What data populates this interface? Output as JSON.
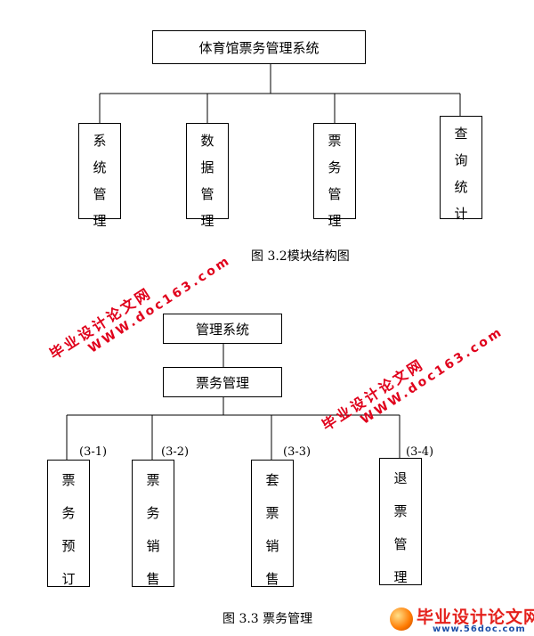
{
  "figure1": {
    "root": "体育馆票务管理系统",
    "modules": [
      {
        "chars": [
          "系",
          "统",
          "管",
          "理"
        ]
      },
      {
        "chars": [
          "数",
          "据",
          "管",
          "理"
        ]
      },
      {
        "chars": [
          "票",
          "务",
          "管",
          "理"
        ]
      },
      {
        "chars": [
          "查",
          "询",
          "统",
          "计"
        ]
      }
    ],
    "caption": "图 3.2模块结构图"
  },
  "figure2": {
    "root": "管理系统",
    "sub": "票务管理",
    "modules": [
      {
        "label": "(3-1)",
        "chars": [
          "票",
          "务",
          "预",
          "订"
        ]
      },
      {
        "label": "(3-2)",
        "chars": [
          "票",
          "务",
          "销",
          "售"
        ]
      },
      {
        "label": "(3-3)",
        "chars": [
          "套",
          "票",
          "销",
          "售"
        ]
      },
      {
        "label": "(3-4)",
        "chars": [
          "退",
          "票",
          "管",
          "理"
        ]
      }
    ],
    "caption": "图 3.3 票务管理"
  },
  "watermarks": [
    {
      "line1": "毕业设计论文网",
      "line2": "WWW.doc163.com"
    },
    {
      "line1": "毕业设计论文网",
      "line2": "WWW.doc163.com"
    }
  ],
  "logo": {
    "title": "毕业设计论文网",
    "url": "www.56doc.com"
  },
  "colors": {
    "watermark": "#e0001b",
    "logo_title": "#e4201b",
    "logo_url": "#1b4fa8"
  }
}
